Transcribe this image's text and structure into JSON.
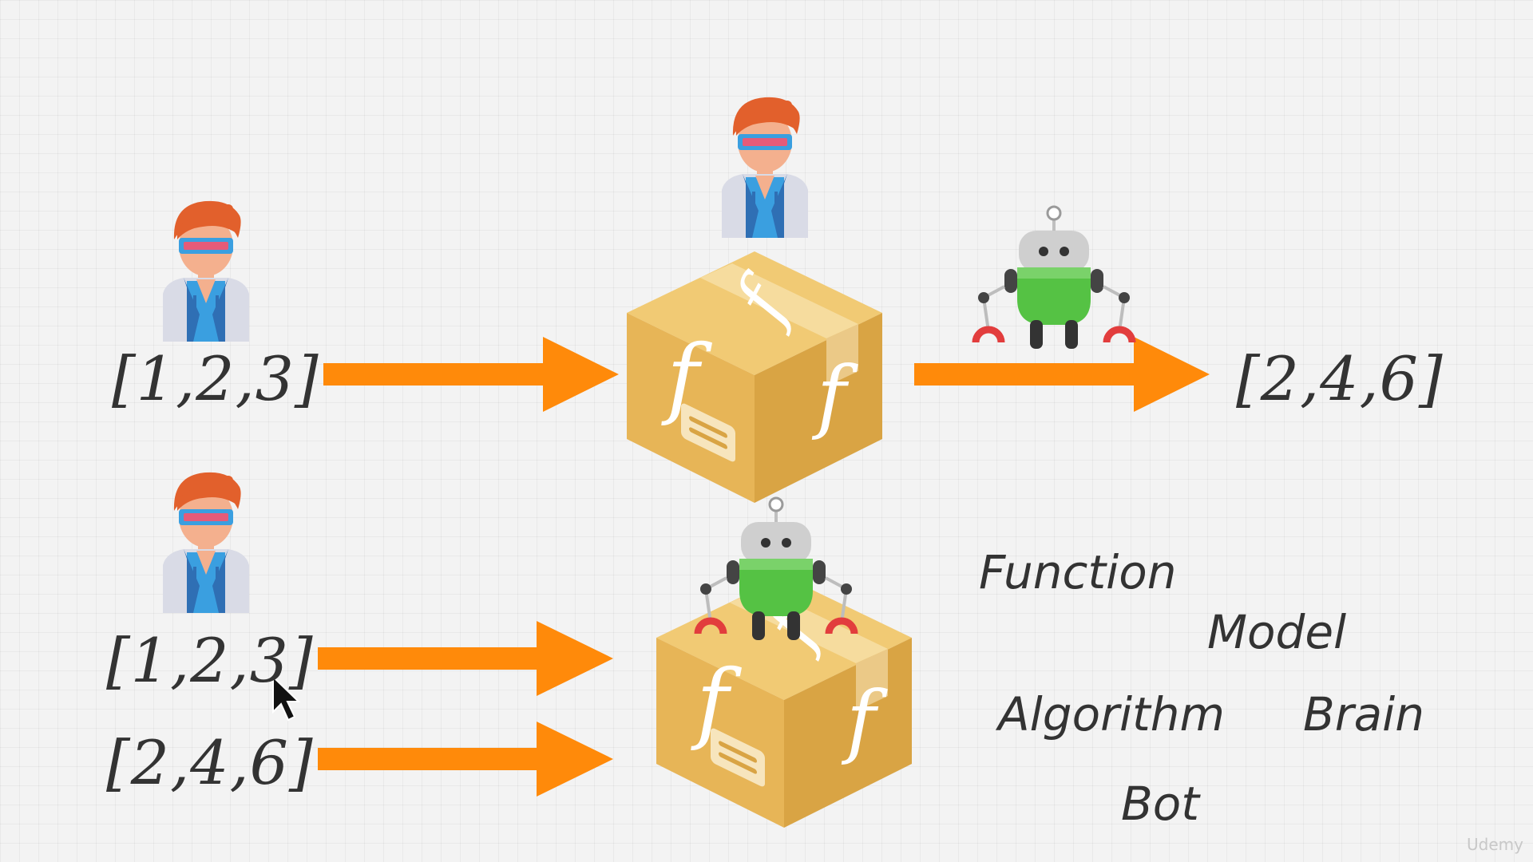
{
  "inputs": {
    "top_input": "[1,2,3]",
    "top_output": "[2,4,6]",
    "bottom_input": "[1,2,3]",
    "bottom_output": "[2,4,6]"
  },
  "box": {
    "symbol": "f"
  },
  "terms": {
    "function": "Function",
    "model": "Model",
    "algorithm": "Algorithm",
    "brain": "Brain",
    "bot": "Bot"
  },
  "watermark": "Udemy",
  "colors": {
    "arrow": "#ff8a0a",
    "box": "#e9b95a",
    "robot_body": "#55c244",
    "hair": "#e2602c"
  },
  "icons": [
    "person-icon",
    "box-icon",
    "robot-icon",
    "arrow-icon",
    "cursor-icon"
  ]
}
